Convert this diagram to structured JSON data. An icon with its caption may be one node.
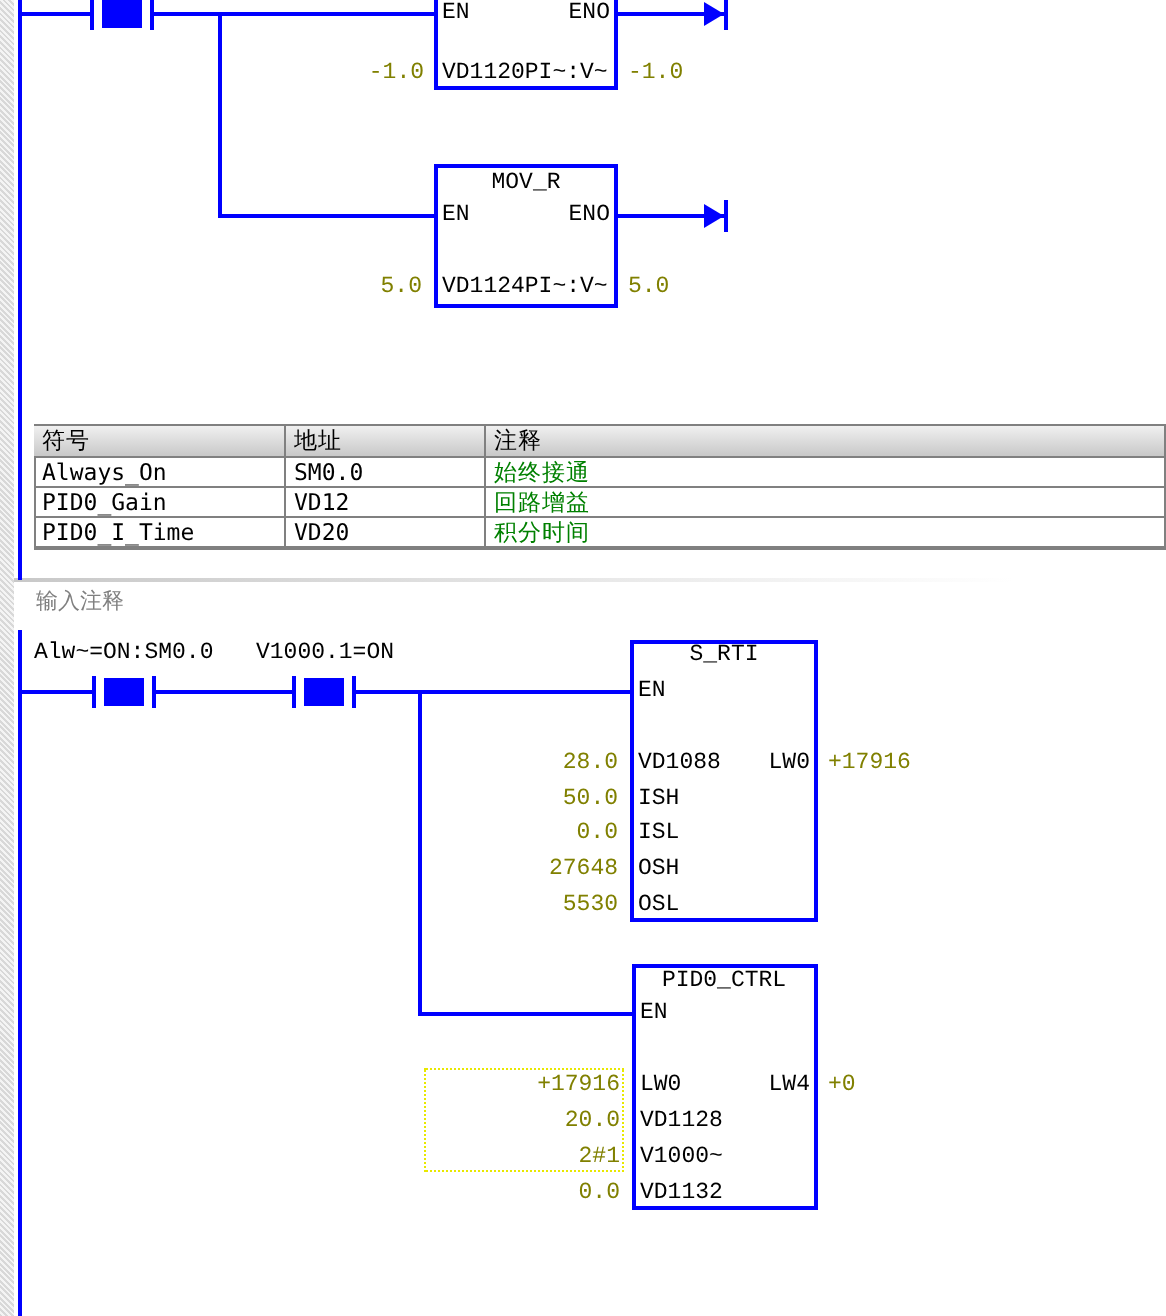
{
  "diagram": {
    "nodes": [
      {
        "text": [],
        "shape": "bar"
      },
      {
        "text": [
          "EN",
          "ENO",
          "VD1120PI~:V~"
        ],
        "beside": [
          "-1.0",
          "-1.0"
        ]
      },
      {
        "text": [
          "MOV_R",
          "EN",
          "ENO",
          "VD1124PI~:V~"
        ],
        "beside": [
          "5.0",
          "5.0"
        ]
      },
      {
        "text": [
          "Alw~=ON:SM0.0"
        ]
      },
      {
        "text": [
          "V1000.1=ON"
        ]
      },
      {
        "text": [
          "S_RTI",
          "EN",
          "VD1088",
          "ISH",
          "ISL",
          "OSH",
          "OSL",
          "LW0"
        ],
        "beside": [
          "28.0",
          "50.0",
          "0.0",
          "27648",
          "5530",
          "+17916"
        ]
      },
      {
        "text": [
          "PID0_CTRL",
          "EN",
          "LW0",
          "VD1128",
          "V1000~",
          "VD1132",
          "LW4"
        ],
        "beside": [
          "+17916",
          "20.0",
          "2#1",
          "0.0",
          "+0"
        ]
      }
    ],
    "edges": [
      {
        "from": null,
        "to": 0,
        "arrow": "none"
      },
      {
        "from": 0,
        "to": 1,
        "arrow": "none"
      },
      {
        "from": 0,
        "to": 2,
        "arrow": "none"
      },
      {
        "from": 1,
        "to": null,
        "arrow": "to"
      },
      {
        "from": 2,
        "to": null,
        "arrow": "to"
      },
      {
        "from": null,
        "to": 3,
        "arrow": "none"
      },
      {
        "from": 3,
        "to": 4,
        "arrow": "none"
      },
      {
        "from": 4,
        "to": 5,
        "arrow": "none"
      },
      {
        "from": 4,
        "to": 6,
        "arrow": "none"
      }
    ],
    "labels": [
      "符号",
      "地址",
      "注释",
      "Always_On",
      "SM0.0",
      "始终接通",
      "PID0_Gain",
      "VD12",
      "回路增益",
      "PID0_I_Time",
      "VD20",
      "积分时间",
      "输入注释"
    ]
  }
}
